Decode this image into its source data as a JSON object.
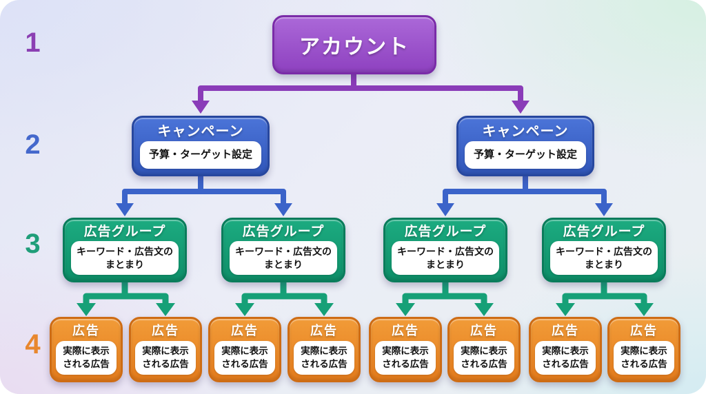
{
  "palette": {
    "level1_accent": "#8b3fb3",
    "level2_accent": "#4468cc",
    "level3_accent": "#1f9e79",
    "level4_accent": "#e8872e",
    "connector_purple": "#8a3cb8",
    "connector_blue": "#3b63c9",
    "connector_green": "#16a077"
  },
  "levels": [
    {
      "number": "1",
      "nodes": [
        {
          "title": "アカウント"
        }
      ]
    },
    {
      "number": "2",
      "nodes": [
        {
          "title": "キャンペーン",
          "desc_lines": [
            "予算・ターゲット設定"
          ]
        },
        {
          "title": "キャンペーン",
          "desc_lines": [
            "予算・ターゲット設定"
          ]
        }
      ]
    },
    {
      "number": "3",
      "nodes": [
        {
          "title": "広告グループ",
          "desc_lines": [
            "キーワード・広告文の",
            "まとまり"
          ]
        },
        {
          "title": "広告グループ",
          "desc_lines": [
            "キーワード・広告文の",
            "まとまり"
          ]
        },
        {
          "title": "広告グループ",
          "desc_lines": [
            "キーワード・広告文の",
            "まとまり"
          ]
        },
        {
          "title": "広告グループ",
          "desc_lines": [
            "キーワード・広告文の",
            "まとまり"
          ]
        }
      ]
    },
    {
      "number": "4",
      "nodes": [
        {
          "title": "広告",
          "desc_lines": [
            "実際に表示",
            "される広告"
          ]
        },
        {
          "title": "広告",
          "desc_lines": [
            "実際に表示",
            "される広告"
          ]
        },
        {
          "title": "広告",
          "desc_lines": [
            "実際に表示",
            "される広告"
          ]
        },
        {
          "title": "広告",
          "desc_lines": [
            "実際に表示",
            "される広告"
          ]
        },
        {
          "title": "広告",
          "desc_lines": [
            "実際に表示",
            "される広告"
          ]
        },
        {
          "title": "広告",
          "desc_lines": [
            "実際に表示",
            "される広告"
          ]
        },
        {
          "title": "広告",
          "desc_lines": [
            "実際に表示",
            "される広告"
          ]
        },
        {
          "title": "広告",
          "desc_lines": [
            "実際に表示",
            "される広告"
          ]
        }
      ]
    }
  ]
}
